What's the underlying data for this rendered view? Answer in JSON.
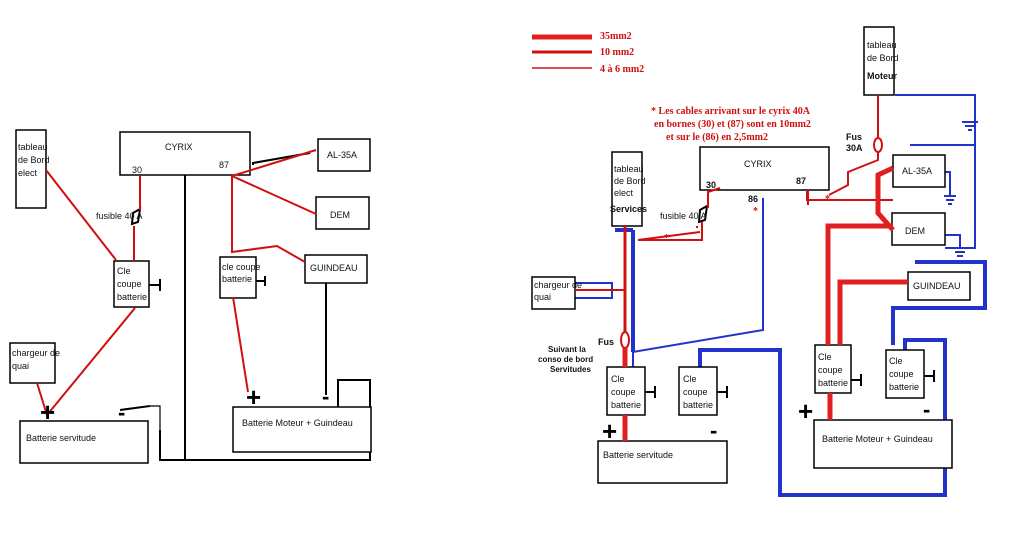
{
  "left": {
    "tableau": [
      "tableau",
      "de Bord",
      "elect"
    ],
    "cyrix": "CYRIX",
    "t30": "30",
    "t87": "87",
    "a35": "AL-35A",
    "dem": "DEM",
    "guindeau": "GUINDEAU",
    "fusible": "fusible 40 A",
    "cle1": [
      "Cle",
      "coupe",
      "batterie"
    ],
    "cle2": [
      "cle coupe",
      "batterie"
    ],
    "chargeur": [
      "chargeur de",
      "quai"
    ],
    "batt_serv": "Batterie servitude",
    "batt_mot": "Batterie Moteur + Guindeau",
    "plus": "+",
    "minus": "-"
  },
  "right": {
    "legend": [
      {
        "label": "35mm2",
        "color": "#e02020"
      },
      {
        "label": "10 mm2",
        "color": "#d01010"
      },
      {
        "label": "4 à 6 mm2",
        "color": "#d01010"
      }
    ],
    "note": [
      "* Les cables arrivant sur le cyrix  40A",
      "en bornes (30) et (87) sont en 10mm2",
      "et  sur le (86) en 2,5mm2"
    ],
    "tableau_moteur": [
      "tableau",
      "de Bord",
      "Moteur"
    ],
    "fus30": [
      "Fus",
      "30A"
    ],
    "cyrix": "CYRIX",
    "t30": "30",
    "t87": "87",
    "t86": "86",
    "tableau_serv": [
      "tableau",
      "de Bord",
      "elect",
      "Services"
    ],
    "fusible": "fusible 40 A",
    "a35": "AL-35A",
    "dem": "DEM",
    "guindeau": "GUINDEAU",
    "chargeur": [
      "chargeur de",
      "quai"
    ],
    "fus": "Fus",
    "suivant": [
      "Suivant  la",
      "conso de bord",
      "Servitudes"
    ],
    "cle1": [
      "Cle",
      "coupe",
      "batterie"
    ],
    "cle2": [
      "Cle",
      "coupe",
      "batterie"
    ],
    "cle3": [
      "Cle",
      "coupe",
      "batterie"
    ],
    "cle4": [
      "Cle",
      "coupe",
      "batterie"
    ],
    "batt_serv": "Batterie servitude",
    "batt_mot": "Batterie Moteur + Guindeau",
    "plus": "+",
    "minus": "-",
    "star": "*"
  }
}
